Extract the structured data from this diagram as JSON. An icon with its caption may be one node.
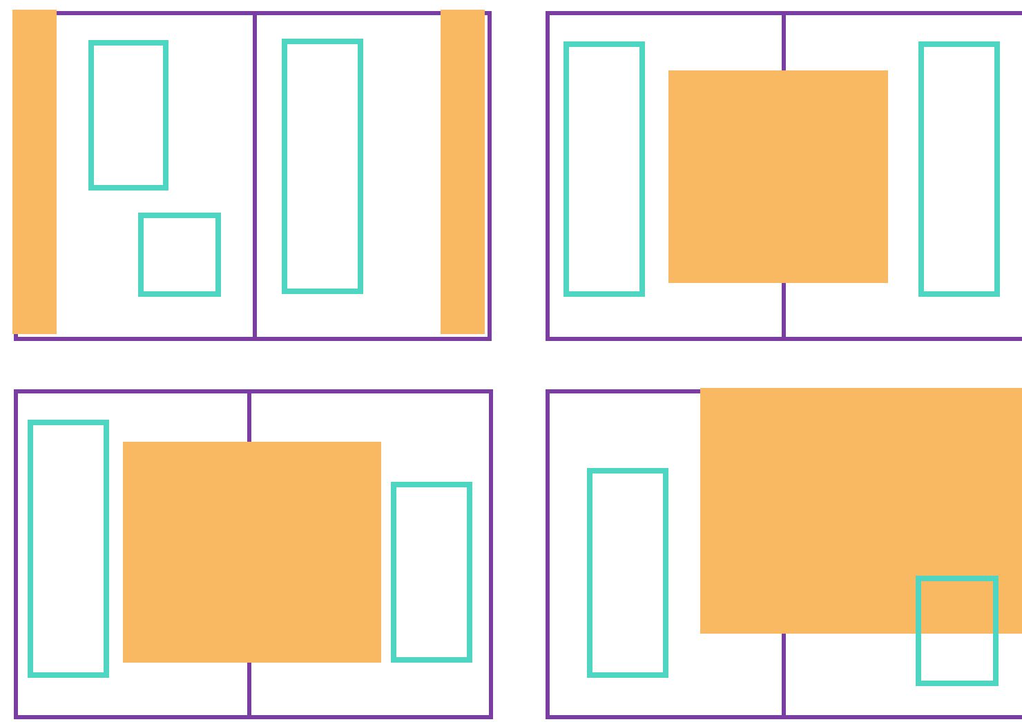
{
  "diagram": {
    "nodes": [
      {
        "text": [],
        "shape": "box"
      },
      {
        "text": [],
        "shape": "box",
        "in": 0
      },
      {
        "text": [],
        "shape": "box",
        "in": 0
      },
      {
        "text": [],
        "shape": "box",
        "in": 0
      },
      {
        "text": [],
        "shape": "box",
        "in": 0
      },
      {
        "text": [],
        "shape": "box",
        "in": 0
      },
      {
        "text": [],
        "shape": "box"
      },
      {
        "text": [],
        "shape": "box",
        "in": 6
      },
      {
        "text": [],
        "shape": "box",
        "in": 6
      },
      {
        "text": [],
        "shape": "box",
        "in": 6
      },
      {
        "text": [],
        "shape": "box"
      },
      {
        "text": [],
        "shape": "box",
        "in": 10
      },
      {
        "text": [],
        "shape": "box",
        "in": 10
      },
      {
        "text": [],
        "shape": "box",
        "in": 10
      },
      {
        "text": [],
        "shape": "box"
      },
      {
        "text": [],
        "shape": "box",
        "in": 14
      },
      {
        "text": [],
        "shape": "box",
        "in": 14
      },
      {
        "text": [],
        "shape": "box",
        "in": 14
      }
    ]
  }
}
